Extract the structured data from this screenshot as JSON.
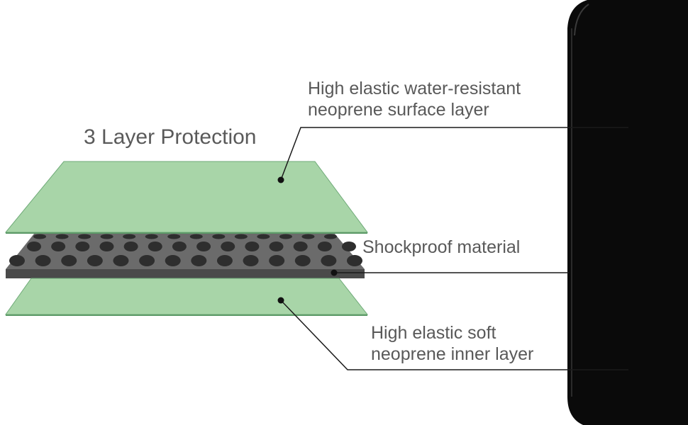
{
  "title": "3 Layer Protection",
  "labels": {
    "surface_line1": "High elastic water-resistant",
    "surface_line2": "neoprene surface layer",
    "shockproof": "Shockproof material",
    "inner_line1": "High elastic soft",
    "inner_line2": "neoprene inner layer"
  },
  "colors": {
    "neoprene_layer": "#a8d5a8",
    "neoprene_edge": "#6faa78",
    "foam_layer": "#6b6b6b",
    "foam_edge": "#3d3d3d",
    "foam_dots": "#2e2e2e",
    "sleeve": "#0a0a0a",
    "leader_line": "#1a1a1a",
    "text": "#595959"
  }
}
